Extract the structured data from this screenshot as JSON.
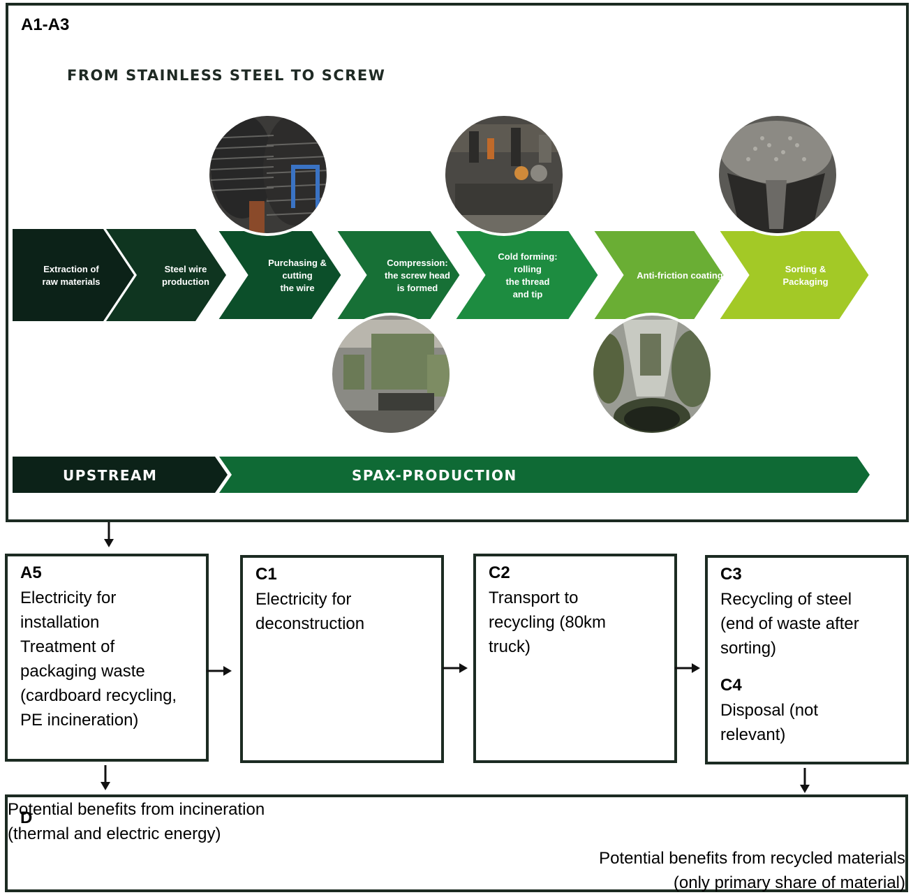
{
  "a1a3": {
    "code": "A1-A3",
    "process_title": "FROM STAINLESS STEEL TO SCREW",
    "steps": [
      {
        "lines": [
          "Extraction of",
          "raw materials"
        ],
        "color": "#0c2218"
      },
      {
        "lines": [
          "Steel wire",
          "production"
        ],
        "color": "#0f3520"
      },
      {
        "lines": [
          "Purchasing &",
          "cutting",
          "the wire"
        ],
        "color": "#0c4f2a"
      },
      {
        "lines": [
          "Compression:",
          "the screw head",
          "is formed"
        ],
        "color": "#177036"
      },
      {
        "lines": [
          "Cold forming:",
          "rolling",
          "the thread",
          "and tip"
        ],
        "color": "#1d8c40"
      },
      {
        "lines": [
          "Anti-friction coating"
        ],
        "color": "#6aae34"
      },
      {
        "lines": [
          "Sorting &",
          "Packaging"
        ],
        "color": "#a3c926"
      }
    ],
    "bands": {
      "upstream": "UPSTREAM",
      "production": "SPAX-PRODUCTION"
    },
    "photos": [
      "wire-coils-photo",
      "press-tooling-photo",
      "sorting-machine-photo",
      "compression-machine-photo",
      "coating-plant-photo"
    ]
  },
  "a5": {
    "code": "A5",
    "text": "Electricity for\ninstallation\nTreatment of\npackaging waste\n(cardboard recycling,\nPE incineration)"
  },
  "c1": {
    "code": "C1",
    "text": "Electricity for\ndeconstruction"
  },
  "c2": {
    "code": "C2",
    "text": "Transport to\nrecycling (80km\ntruck)"
  },
  "c3": {
    "code": "C3",
    "text": "Recycling of steel\n(end of waste after\nsorting)"
  },
  "c4": {
    "code": "C4",
    "text": "Disposal (not\nrelevant)"
  },
  "d": {
    "code": "D",
    "left": "Potential benefits from incineration\n(thermal and electric energy)",
    "right": "Potential benefits from recycled materials\n(only primary share of material)"
  },
  "colors": {
    "border": "#1c2b22",
    "upstream": "#0c2218",
    "production": "#0f6a35"
  }
}
